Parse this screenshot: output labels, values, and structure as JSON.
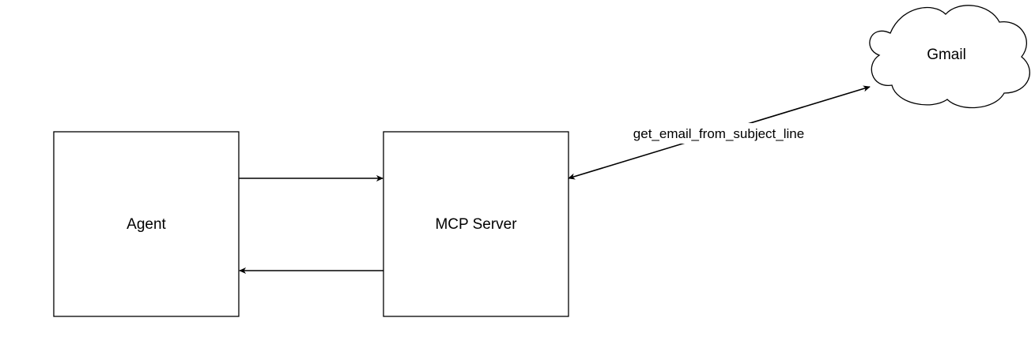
{
  "nodes": {
    "agent": {
      "label": "Agent"
    },
    "mcp_server": {
      "label": "MCP Server"
    },
    "gmail": {
      "label": "Gmail"
    }
  },
  "edges": {
    "mcp_gmail": {
      "label": "get_email_from_subject_line"
    }
  },
  "colors": {
    "stroke": "#000000",
    "fill": "#ffffff",
    "text": "#000000"
  }
}
